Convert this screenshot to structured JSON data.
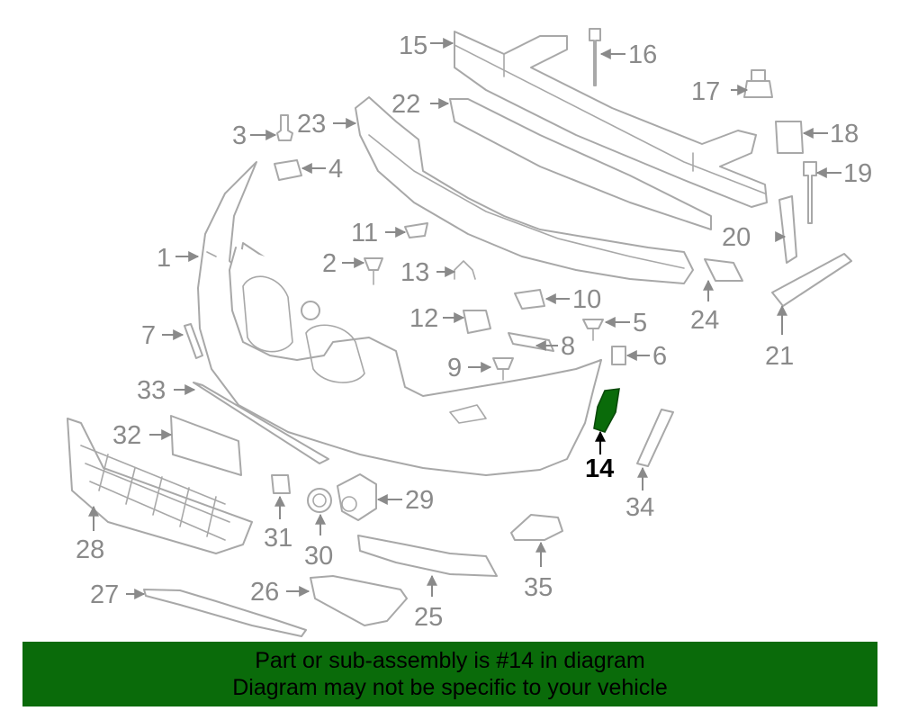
{
  "highlight": {
    "part_number": "14",
    "color": "#0a6b0a"
  },
  "labels": {
    "l1": "1",
    "l2": "2",
    "l3": "3",
    "l4": "4",
    "l5": "5",
    "l6": "6",
    "l7": "7",
    "l8": "8",
    "l9": "9",
    "l10": "10",
    "l11": "11",
    "l12": "12",
    "l13": "13",
    "l14": "14",
    "l15": "15",
    "l16": "16",
    "l17": "17",
    "l18": "18",
    "l19": "19",
    "l20": "20",
    "l21": "21",
    "l22": "22",
    "l23": "23",
    "l24": "24",
    "l25": "25",
    "l26": "26",
    "l27": "27",
    "l28": "28",
    "l29": "29",
    "l30": "30",
    "l31": "31",
    "l32": "32",
    "l33": "33",
    "l34": "34",
    "l35": "35"
  },
  "banner": {
    "line1": "Part or sub-assembly is #14 in diagram",
    "line2": "Diagram may not be specific to your vehicle",
    "background": "#0a6b0a"
  }
}
